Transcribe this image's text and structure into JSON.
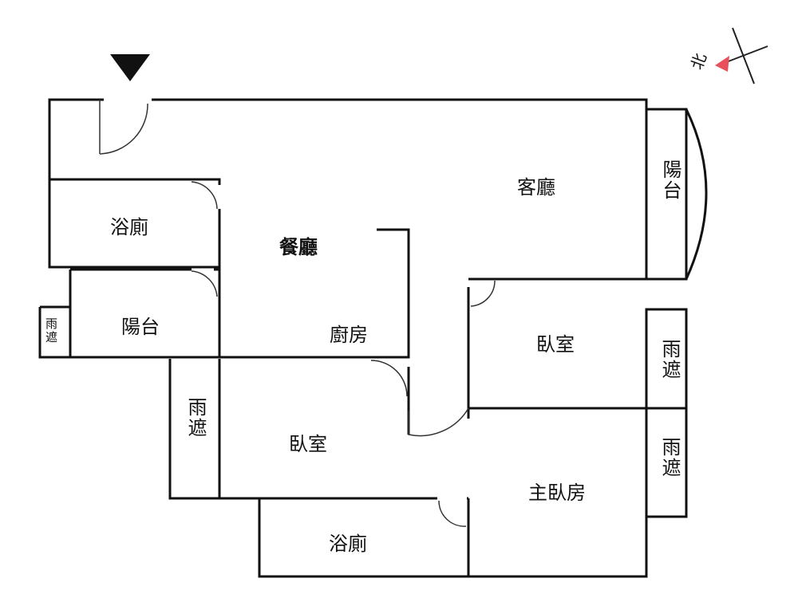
{
  "compass": {
    "label": "北",
    "arrow_color": "#e8505b"
  },
  "rooms": {
    "living_room": "客廳",
    "balcony_right": "陽台",
    "bath_top": "浴廁",
    "dining": "餐廳",
    "balcony_left": "陽台",
    "rain_cover_left_small": "雨遮",
    "kitchen": "廚房",
    "bedroom_upper": "臥室",
    "rain_cover_right_upper": "雨遮",
    "rain_cover_mid": "雨遮",
    "bedroom_lower": "臥室",
    "rain_cover_right_lower": "雨遮",
    "master_bedroom": "主臥房",
    "bath_bottom": "浴廁"
  }
}
